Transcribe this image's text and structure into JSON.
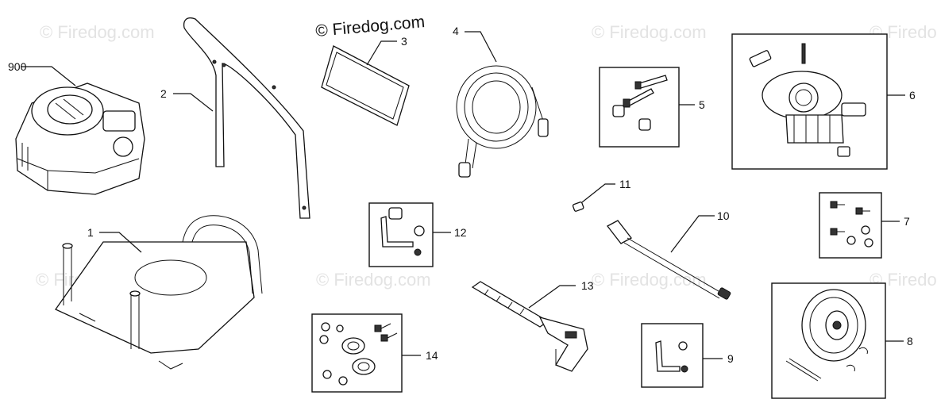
{
  "watermark": "© Firedog.com",
  "credit": "© Firedog.com",
  "callouts": [
    {
      "id": "900",
      "label": "900"
    },
    {
      "id": "1",
      "label": "1"
    },
    {
      "id": "2",
      "label": "2"
    },
    {
      "id": "3",
      "label": "3"
    },
    {
      "id": "4",
      "label": "4"
    },
    {
      "id": "5",
      "label": "5"
    },
    {
      "id": "6",
      "label": "6"
    },
    {
      "id": "7",
      "label": "7"
    },
    {
      "id": "8",
      "label": "8"
    },
    {
      "id": "9",
      "label": "9"
    },
    {
      "id": "10",
      "label": "10"
    },
    {
      "id": "11",
      "label": "11"
    },
    {
      "id": "12",
      "label": "12"
    },
    {
      "id": "13",
      "label": "13"
    },
    {
      "id": "14",
      "label": "14"
    }
  ]
}
